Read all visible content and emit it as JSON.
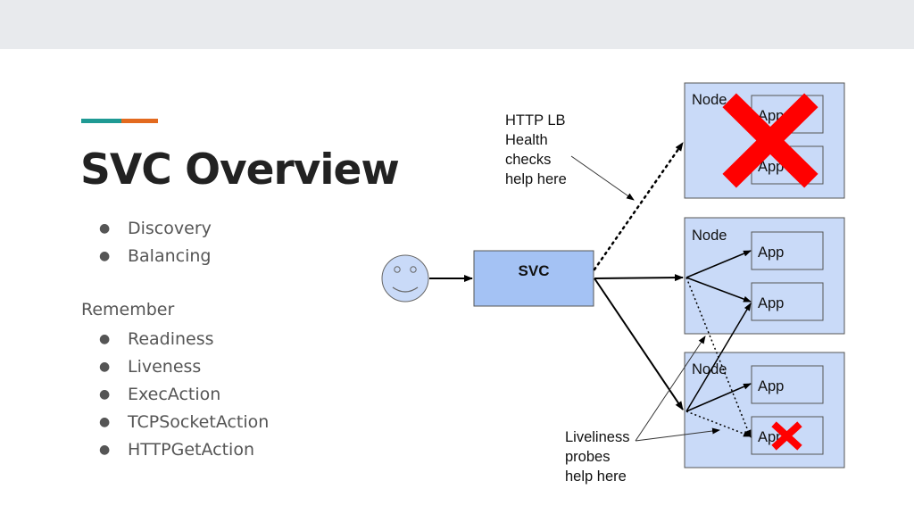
{
  "slide": {
    "title": "SVC Overview",
    "list_top": [
      "Discovery",
      "Balancing"
    ],
    "remember_heading": "Remember",
    "list_remember": [
      "Readiness",
      "Liveness",
      "ExecAction",
      "TCPSocketAction",
      "HTTPGetAction"
    ]
  },
  "diagram": {
    "svc_label": "SVC",
    "node_label": "Node",
    "app_label": "App",
    "http_note": [
      "HTTP LB",
      "Health",
      "checks",
      "help here"
    ],
    "liveness_note": [
      "Liveliness",
      "probes",
      "help here"
    ]
  },
  "colors": {
    "accent_teal": "#1f9a94",
    "accent_orange": "#e36a1f",
    "node_fill": "#c9daf8",
    "svc_fill": "#a4c2f4",
    "face_fill": "#c9daf8",
    "cross_red": "#ff0000"
  }
}
